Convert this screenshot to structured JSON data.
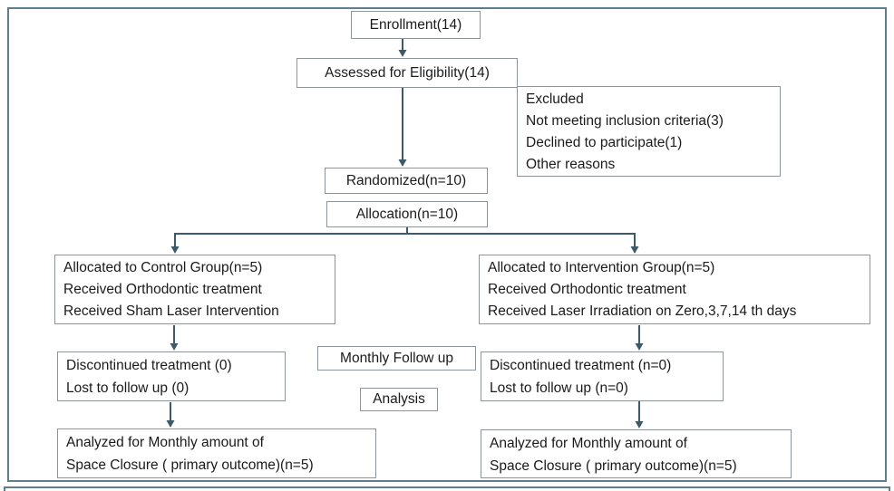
{
  "boxes": {
    "enrollment": {
      "text": "Enrollment(14)"
    },
    "assessed": {
      "text": "Assessed for Eligibility(14)"
    },
    "excluded": {
      "lines": [
        "Excluded",
        "Not meeting inclusion criteria(3)",
        "Declined to participate(1)",
        "Other reasons"
      ]
    },
    "randomized": {
      "text": "Randomized(n=10)"
    },
    "allocation": {
      "text": "Allocation(n=10)"
    },
    "control_allocated": {
      "lines": [
        "Allocated to Control Group(n=5)",
        "Received Orthodontic treatment",
        "Received Sham Laser Intervention"
      ]
    },
    "intervention_allocated": {
      "lines": [
        "Allocated to Intervention Group(n=5)",
        "Received Orthodontic treatment",
        "Received Laser Irradiation on Zero,3,7,14 th days"
      ]
    },
    "monthly_followup": {
      "text": "Monthly Follow up"
    },
    "analysis": {
      "text": "Analysis"
    },
    "control_followup": {
      "lines": [
        "Discontinued treatment (0)",
        "Lost to follow up (0)"
      ]
    },
    "intervention_followup": {
      "lines": [
        "Discontinued treatment (n=0)",
        "Lost to follow up (n=0)"
      ]
    },
    "control_analyzed": {
      "lines": [
        "Analyzed for Monthly amount of",
        "Space Closure ( primary outcome)(n=5)"
      ]
    },
    "intervention_analyzed": {
      "lines": [
        "Analyzed for Monthly amount of",
        "Space Closure ( primary outcome)(n=5)"
      ]
    }
  },
  "colors": {
    "background": "#ffffff",
    "text": "#1b1b1b",
    "box_border": "#8d959b",
    "connector": "#3c5a69",
    "outer_border": "#5f7d8c"
  }
}
